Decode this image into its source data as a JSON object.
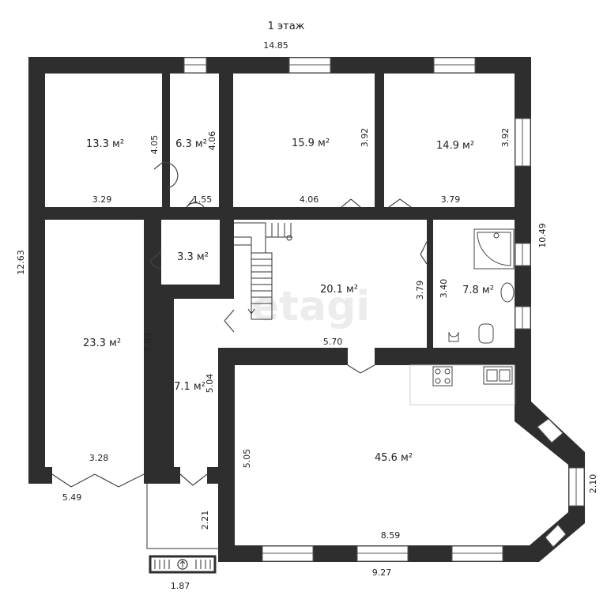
{
  "floor_title": "1 этаж",
  "watermark": "etagi",
  "colors": {
    "wall": "#2e2e2e",
    "window": "#ffffff",
    "door": "#444444",
    "text": "#222222"
  },
  "room_areas": {
    "room_1": "13.3 м²",
    "room_2": "6.3 м²",
    "room_3": "15.9 м²",
    "room_4": "14.9 м²",
    "room_5": "3.3 м²",
    "room_6": "20.1 м²",
    "room_7": "7.8 м²",
    "room_8": "23.3 м²",
    "room_9": "7.1 м²",
    "room_10": "45.6 м²"
  },
  "dimensions": {
    "overall_width": "14.85",
    "overall_height": "12.63",
    "right_height": "10.49",
    "r1_width": "3.29",
    "r1_height": "4.05",
    "r2_width": "1.55",
    "r2_height": "4.06",
    "r3_width": "4.06",
    "r3_height": "3.92",
    "r4_width": "3.79",
    "r4_height": "3.92",
    "hall_width": "5.70",
    "hall_height": "3.79",
    "bath_height": "3.40",
    "r8_height": "7.09",
    "r8_width": "3.28",
    "r8_outer_width": "5.49",
    "r9_height": "5.04",
    "porch_height": "2.21",
    "porch_width": "1.87",
    "living_height": "5.05",
    "living_width": "8.59",
    "living_outer_width": "9.27",
    "bay_width": "2.10"
  }
}
